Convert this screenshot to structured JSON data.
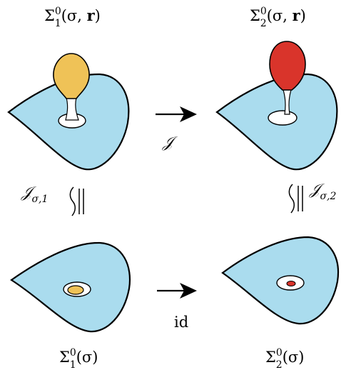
{
  "labels": {
    "top_left": {
      "base": "Σ",
      "sub": "1",
      "sup": "0",
      "args_pre": "(σ, ",
      "args_bold": "r",
      "args_post": ")"
    },
    "top_right": {
      "base": "Σ",
      "sub": "2",
      "sup": "0",
      "args_pre": "(σ, ",
      "args_bold": "r",
      "args_post": ")"
    },
    "bottom_left": {
      "base": "Σ",
      "sub": "1",
      "sup": "0",
      "args": "(σ)"
    },
    "bottom_right": {
      "base": "Σ",
      "sub": "2",
      "sup": "0",
      "args": "(σ)"
    },
    "top_arrow": "𝒥",
    "left_vertical": {
      "symbol": "𝒥",
      "sub": "σ,1"
    },
    "right_vertical": {
      "symbol": "𝒥",
      "sub": "σ,2"
    },
    "bottom_arrow": "id"
  },
  "colors": {
    "sheet": "#aadcee",
    "hole": "#ffffff",
    "bubble_1": "#efc257",
    "bubble_2": "#d9342b",
    "stroke": "#000000"
  }
}
